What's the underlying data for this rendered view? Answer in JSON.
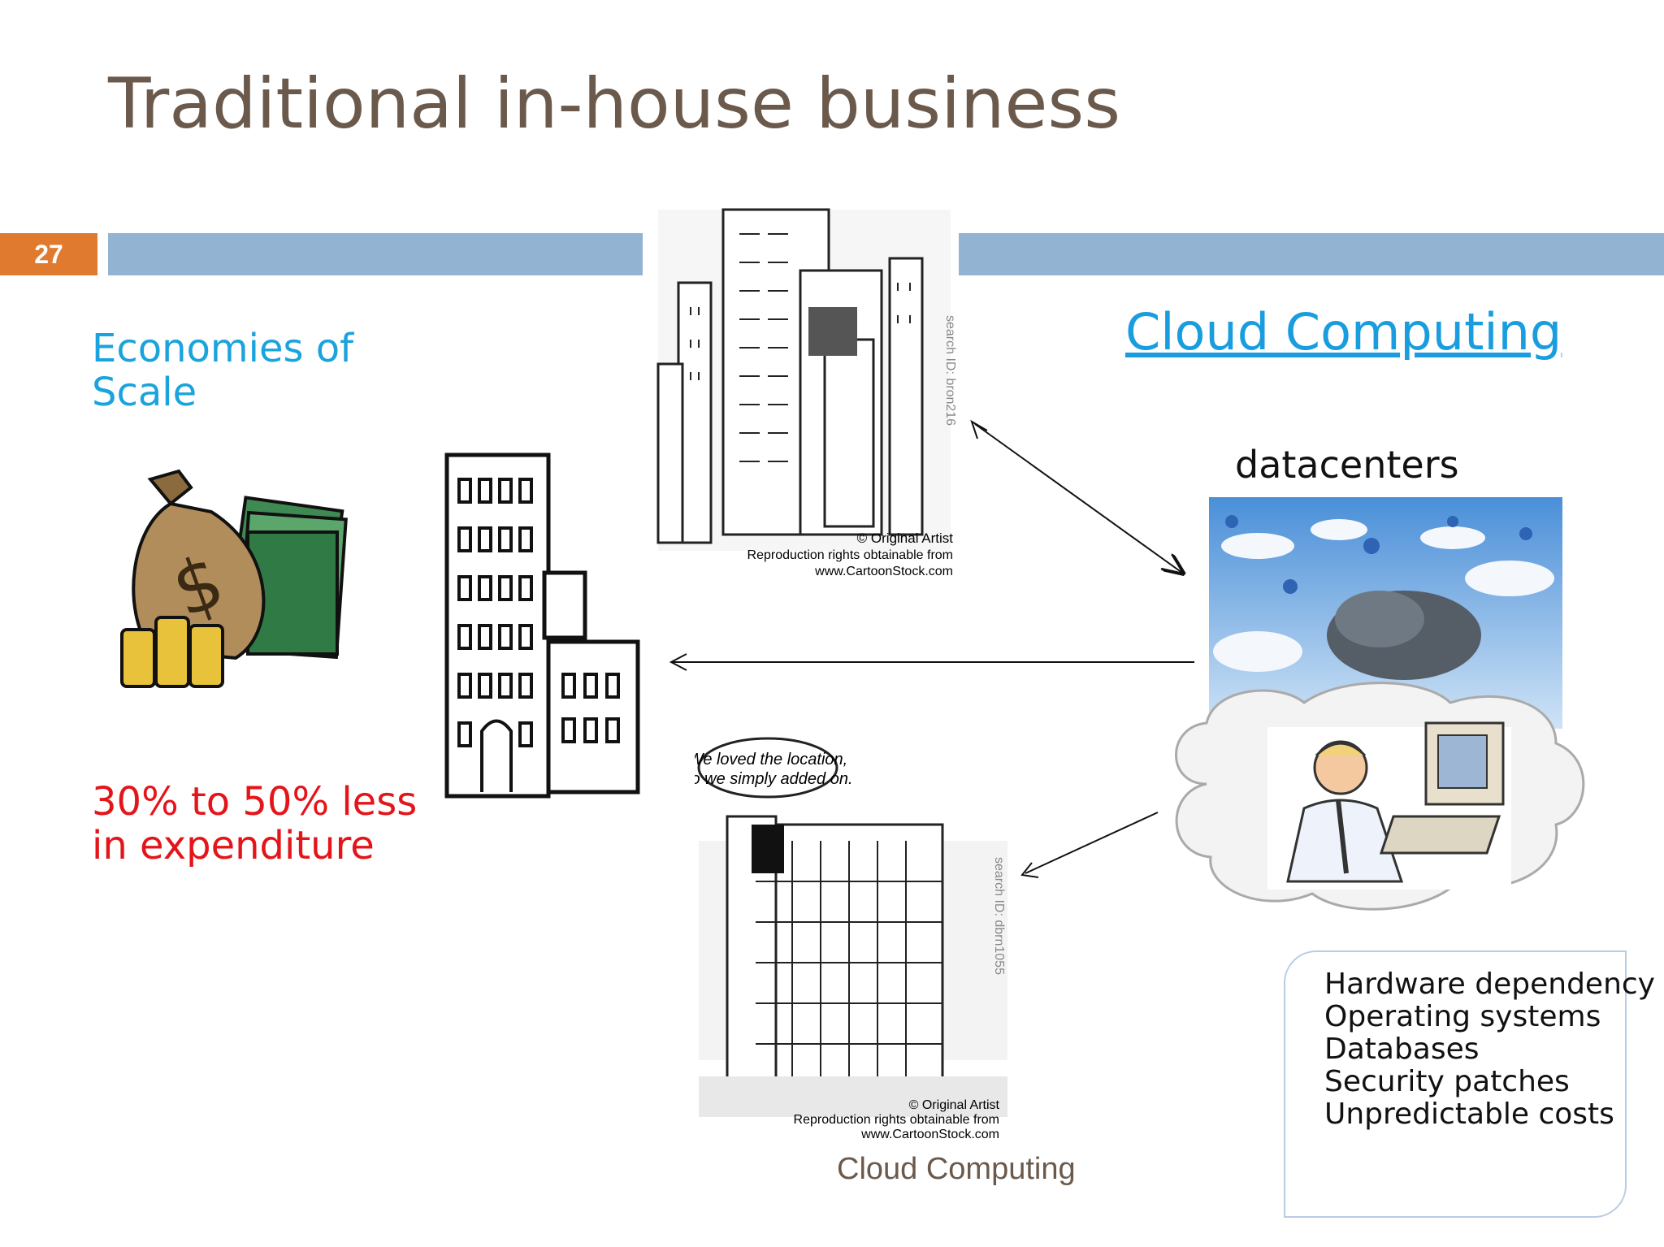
{
  "slide": {
    "title": "Traditional in-house business",
    "number": "27",
    "footer": "Cloud Computing"
  },
  "left": {
    "heading": "Economies of Scale",
    "heading_line1": "Economies of",
    "heading_line2": "Scale",
    "savings_line1": "30% to 50% less",
    "savings_line2": "in expenditure"
  },
  "right": {
    "link": "Cloud Computing",
    "datacenters": "datacenters",
    "list": [
      "Hardware dependency",
      "Operating systems",
      "Databases",
      "Security patches",
      "Unpredictable costs"
    ]
  },
  "cartoon_top": {
    "credit1": "© Original Artist",
    "credit2": "Reproduction rights obtainable from",
    "credit3": "www.CartoonStock.com",
    "search_id": "search ID: bron216"
  },
  "cartoon_bottom": {
    "speech1": "We loved the location,",
    "speech2": "so we simply added on.",
    "credit1": "© Original Artist",
    "credit2": "Reproduction rights obtainable from",
    "credit3": "www.CartoonStock.com",
    "search_id": "search ID: dbrn1055"
  },
  "colors": {
    "title": "#6b5a4c",
    "accent_orange": "#e07a2e",
    "rule_blue": "#93b3d3",
    "link_blue": "#1a9ddf",
    "heading_cyan": "#1aa3dc",
    "savings_red": "#e4151a"
  }
}
